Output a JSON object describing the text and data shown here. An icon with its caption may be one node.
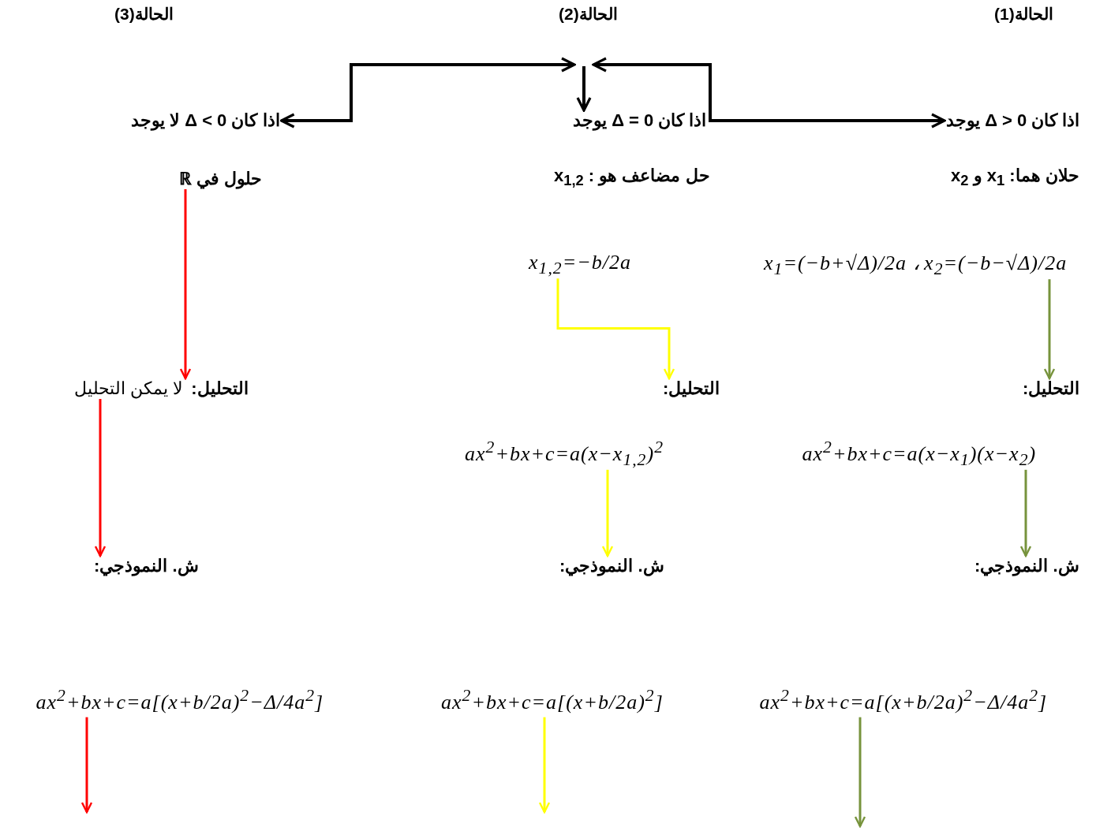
{
  "diagram": {
    "nodes": [
      {
        "text": [
          "اذا كان Δ > 0 يوجد"
        ]
      },
      {
        "text": [
          "حلان هما: x$_{1}$ و x$_{2}$"
        ]
      },
      {
        "text": [
          "x$_{1}$=(−b+√Δ)/2a ، x$_{2}$=(−b−√Δ)/2a"
        ]
      },
      {
        "text": [
          "التحليل:"
        ]
      },
      {
        "text": [
          "ax$^{2}$+bx+c=a(x−x$_{1}$)(x−x$_{2}$)"
        ]
      },
      {
        "text": [
          "ش. النموذجي:"
        ]
      },
      {
        "text": [
          "ax$^{2}$+bx+c=a[(x+b/2a)$^{2}$−Δ/4a$^{2}$]"
        ]
      },
      {
        "text": [
          "اذا كان Δ = 0 يوجد"
        ]
      },
      {
        "text": [
          "حل مضاعف هو : x$_{1,2}$"
        ]
      },
      {
        "text": [
          "x$_{1,2}$=−b/2a"
        ]
      },
      {
        "text": [
          "التحليل:"
        ]
      },
      {
        "text": [
          "ax$^{2}$+bx+c=a(x−x$_{1,2}$)$^{2}$"
        ]
      },
      {
        "text": [
          "ش. النموذجي:"
        ]
      },
      {
        "text": [
          "ax$^{2}$+bx+c=a[(x+b/2a)$^{2}$]"
        ]
      },
      {
        "text": [
          "اذا كان Δ < 0 لا يوجد"
        ]
      },
      {
        "text": [
          "حلول في ℝ"
        ]
      },
      {
        "text": [
          "التحليل:",
          "لا يمكن التحليل"
        ]
      },
      {
        "text": [
          "ش. النموذجي:"
        ]
      },
      {
        "text": [
          "ax$^{2}$+bx+c=a[(x+b/2a)$^{2}$−Δ/4a$^{2}$]"
        ]
      }
    ],
    "edges": [
      {
        "from": null,
        "to": 0,
        "arrow": "both",
        "color": "#000000"
      },
      {
        "from": null,
        "to": 7,
        "arrow": "to",
        "color": "#000000"
      },
      {
        "from": null,
        "to": 14,
        "arrow": "both",
        "color": "#000000"
      },
      {
        "from": 2,
        "to": 3,
        "arrow": "to",
        "color": "#77933c"
      },
      {
        "from": 4,
        "to": 5,
        "arrow": "to",
        "color": "#77933c"
      },
      {
        "from": 6,
        "to": null,
        "arrow": "to",
        "color": "#77933c"
      },
      {
        "from": 9,
        "to": 10,
        "arrow": "to",
        "color": "#ffff00"
      },
      {
        "from": 11,
        "to": 12,
        "arrow": "to",
        "color": "#ffff00"
      },
      {
        "from": 13,
        "to": null,
        "arrow": "to",
        "color": "#ffff00"
      },
      {
        "from": 15,
        "to": 16,
        "arrow": "to",
        "color": "#ff0000"
      },
      {
        "from": 16,
        "to": 17,
        "arrow": "to",
        "color": "#ff0000"
      },
      {
        "from": 18,
        "to": null,
        "arrow": "to",
        "color": "#ff0000"
      }
    ],
    "labels": [
      "الحالة(1)",
      "الحالة(2)",
      "الحالة(3)"
    ]
  }
}
